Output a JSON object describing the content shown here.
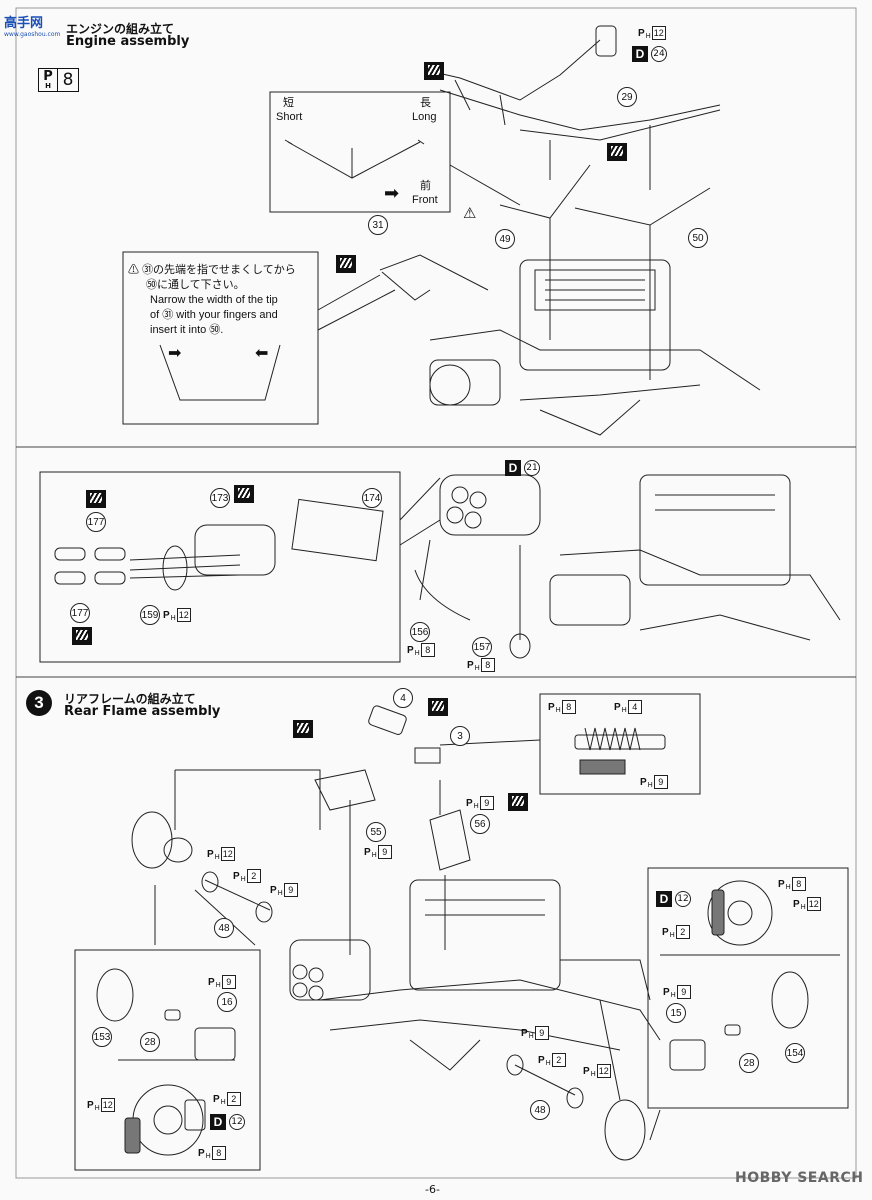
{
  "watermark_top_left": {
    "main": "高手网",
    "sub": "www.gaoshou.com"
  },
  "watermark_bottom_right": "HOBBY SEARCH",
  "page_number": "-6-",
  "step2": {
    "title_jp": "エンジンの組み立て",
    "title_en": "Engine assembly",
    "paint_badge": {
      "letter": "P",
      "sub": "H",
      "num": "8"
    },
    "inset_top": {
      "short_jp": "短",
      "short_en": "Short",
      "long_jp": "長",
      "long_en": "Long",
      "front_jp": "前",
      "front_en": "Front"
    },
    "note": {
      "line1": "㉛の先端を指でせまくしてから",
      "line2": "㊿に通して下さい。",
      "line3": "Narrow the width of the tip",
      "line4": "of ㉛ with your fingers and",
      "line5": "insert it into ㊿."
    },
    "parts": {
      "p29": "29",
      "p31": "31",
      "p49": "49",
      "p50": "50",
      "p173": "173",
      "p174": "174",
      "p177a": "177",
      "p177b": "177",
      "p159": "159",
      "p156": "156",
      "p157": "157"
    },
    "paint": {
      "top_ph": "12",
      "d24": "24",
      "ph159": "12",
      "ph156": "8",
      "ph157": "8",
      "d21": "21"
    }
  },
  "step3": {
    "number": "3",
    "title_jp": "リアフレームの組み立て",
    "title_en": "Rear Flame assembly",
    "parts": {
      "p4": "4",
      "p3": "3",
      "p55": "55",
      "p56": "56",
      "p48a": "48",
      "p48b": "48",
      "p16": "16",
      "p15": "15",
      "p28a": "28",
      "p28b": "28",
      "p153": "153",
      "p154": "154"
    },
    "paint": {
      "inset_ph8": "8",
      "inset_ph4": "4",
      "inset_ph9": "9",
      "ph56": "9",
      "ph55": "9",
      "ph12_hub": "12",
      "ph2_shaft": "2",
      "ph9_shaft": "9",
      "ph9_16": "9",
      "ph12_disc_l": "12",
      "ph2_disc_l": "2",
      "d12_l": "12",
      "ph8_disc_l": "8",
      "ph8_disc_r": "8",
      "ph12_disc_r": "12",
      "ph2_disc_r": "2",
      "d12_r": "12",
      "ph9_15": "9",
      "ph9_low": "9",
      "ph2_low": "2",
      "ph12_low": "12"
    }
  }
}
